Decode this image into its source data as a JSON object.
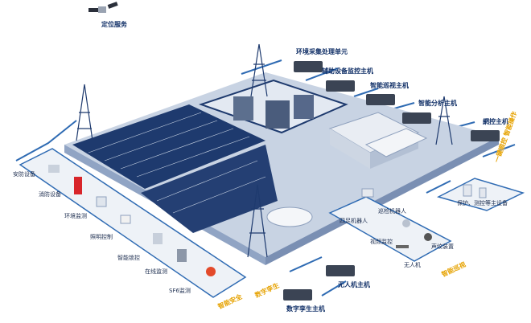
{
  "top": {
    "satellite_service": "定位服务"
  },
  "host_units": {
    "env_collect": "环境采集处理单元",
    "aux_monitor": "辅助设备监控主机",
    "smart_patrol": "智能巡视主机",
    "smart_analysis": "智能分析主机",
    "grid_control": "網控主机",
    "drone_host": "无人机主机",
    "digital_twin": "数字孪生主机"
  },
  "left_panel": {
    "items": [
      "安防设备",
      "消防设备",
      "环境监测",
      "照明控制",
      "智能锁控",
      "在线监测",
      "SF6监测"
    ]
  },
  "right_panel_devices": {
    "items": [
      "保护、测控等主设备"
    ]
  },
  "patrol_panel": {
    "items": [
      "四足机器人",
      "巡检机器人",
      "视频监控",
      "声纹装置",
      "无人机"
    ]
  },
  "gold_tags": {
    "vertical_right": "一键顺控 智能操作",
    "bottom_left": "智能安全",
    "bottom_mid": "数字孪生",
    "bottom_right": "智能巡视"
  },
  "colors": {
    "navy": "#1e3a6e",
    "light": "#c8d3e3",
    "line": "#2f6bb3",
    "gold": "#e6a200"
  }
}
